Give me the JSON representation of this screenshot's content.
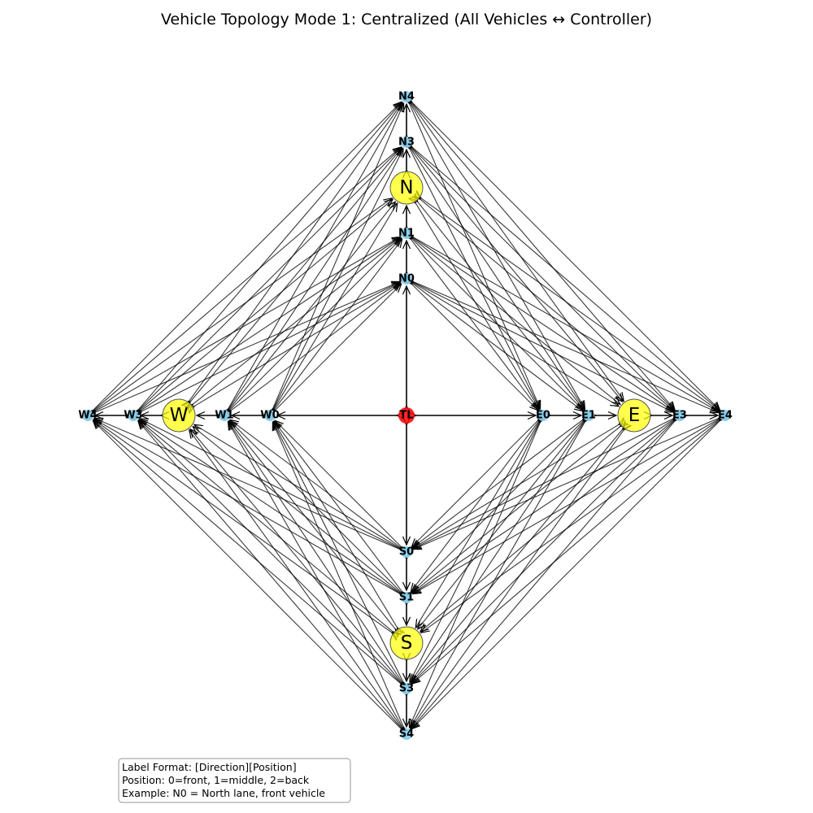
{
  "title": "Vehicle Topology Mode 1: Centralized (All Vehicles ↔ Controller)",
  "colors": {
    "vehicle_node": "#87ceeb",
    "hub_node": "#ffff00",
    "controller_node": "#ff0000",
    "edge": "#000000"
  },
  "controller": {
    "id": "TL",
    "label": "TL"
  },
  "hubs": [
    {
      "id": "N",
      "label": "N"
    },
    {
      "id": "S",
      "label": "S"
    },
    {
      "id": "E",
      "label": "E"
    },
    {
      "id": "W",
      "label": "W"
    }
  ],
  "vehicles": {
    "north": [
      "N0",
      "N1",
      "N3",
      "N4"
    ],
    "south": [
      "S0",
      "S1",
      "S3",
      "S4"
    ],
    "east": [
      "E0",
      "E1",
      "E3",
      "E4"
    ],
    "west": [
      "W0",
      "W1",
      "W3",
      "W4"
    ]
  },
  "legend": {
    "line1": "Label Format: [Direction][Position]",
    "line2": "Position: 0=front, 1=middle, 2=back",
    "line3": "Example: N0 = North lane, front vehicle"
  }
}
